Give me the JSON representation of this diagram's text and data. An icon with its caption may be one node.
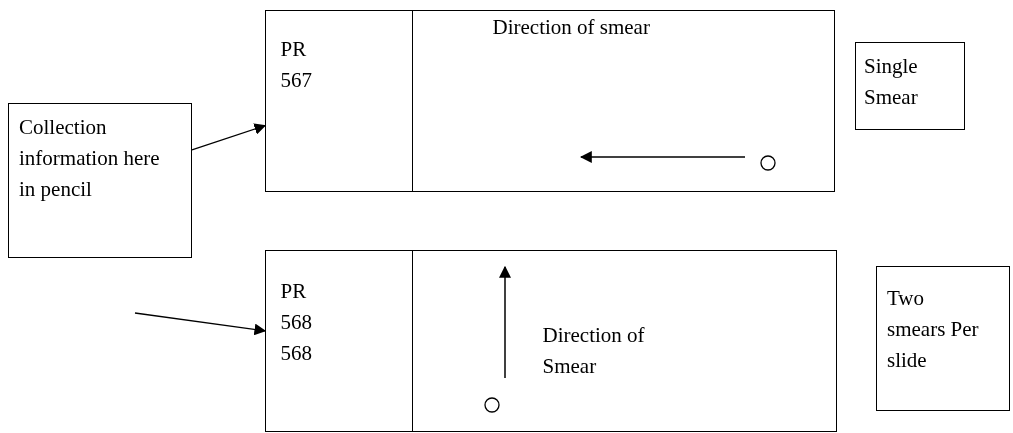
{
  "diagram": {
    "nodes": [
      {
        "text": [
          "Collection information here in pencil"
        ]
      },
      {
        "text": [],
        "shape": "box"
      },
      {
        "text": [
          "PR 567"
        ],
        "in": 1
      },
      {
        "text": [
          "Direction of smear"
        ],
        "in": 1
      },
      {
        "text": [
          "Single Smear"
        ]
      },
      {
        "text": [],
        "shape": "box"
      },
      {
        "text": [
          "PR 568 568"
        ],
        "in": 5
      },
      {
        "text": [
          "Direction of Smear"
        ],
        "in": 5
      },
      {
        "text": [
          "Two smears Per slide"
        ]
      }
    ],
    "edges": [
      {
        "from": 0,
        "to": 2,
        "arrow": "to"
      },
      {
        "from": null,
        "to": 6,
        "arrow": "to"
      }
    ]
  }
}
